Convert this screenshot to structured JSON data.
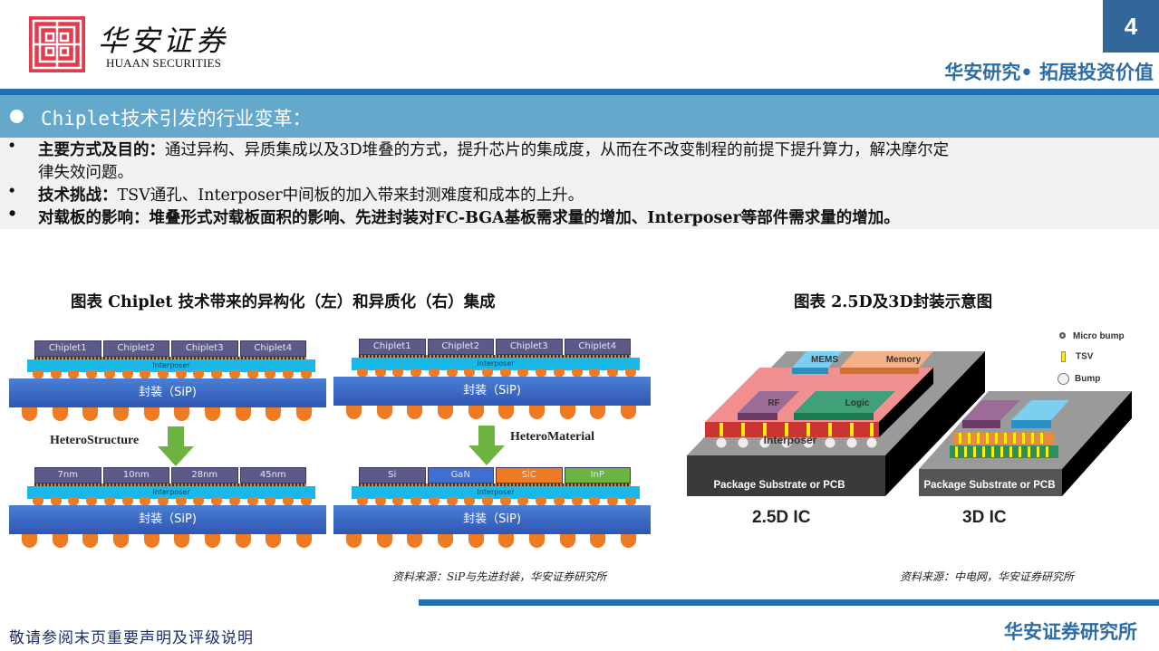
{
  "header": {
    "brand_cn": "华安证券",
    "brand_en": "HUAAN SECURITIES",
    "page_number": "4",
    "tagline": "华安研究• 拓展投资价值"
  },
  "section": {
    "title": "Chiplet技术引发的行业变革：",
    "bullets": [
      {
        "label": "主要方式及目的：",
        "text": "通过异构、异质集成以及3D堆叠的方式，提升芯片的集成度，从而在不改变制程的前提下提升算力，解决摩尔定",
        "text_cont": "律失效问题。"
      },
      {
        "label": "技术挑战：",
        "text": "TSV通孔、Interposer中间板的加入带来封测难度和成本的上升。"
      },
      {
        "label": "对载板的影响：",
        "text": "堆叠形式对载板面积的影响、先进封装对FC-BGA基板需求量的增加、Interposer等部件需求量的增加。"
      }
    ]
  },
  "figure_left": {
    "title": "图表 Chiplet 技术带来的异构化（左）和异质化（右）集成",
    "top_left_chips": [
      "Chiplet1",
      "Chiplet2",
      "Chiplet3",
      "Chiplet4"
    ],
    "top_right_chips": [
      "Chiplet1",
      "Chiplet2",
      "Chiplet3",
      "Chiplet4"
    ],
    "bottom_left_chips": [
      "7nm",
      "10nm",
      "28nm",
      "45nm"
    ],
    "bottom_right_chips": [
      "Si",
      "GaN",
      "SiC",
      "InP"
    ],
    "bottom_right_colors": [
      "#5c5a88",
      "#3f6fd0",
      "#ee7a22",
      "#6cb33f"
    ],
    "interposer_label": "Interposer",
    "package_label": "封装（SiP)",
    "arrow_left_label": "HeteroStructure",
    "arrow_right_label": "HeteroMaterial",
    "source": "资料来源：SiP与先进封装，华安证券研究所"
  },
  "figure_right": {
    "title": "图表 2.5D及3D封装示意图",
    "legend": [
      "Micro bump",
      "TSV",
      "Bump"
    ],
    "chips_2_5d": [
      "MEMS",
      "Memory",
      "RF",
      "Logic"
    ],
    "interposer_label": "Interposer",
    "substrate_label": "Package Substrate or PCB",
    "label_2_5d": "2.5D IC",
    "label_3d": "3D IC",
    "source": "资料来源：中电网，华安证券研究所"
  },
  "footer": {
    "disclaimer": "敬请参阅末页重要声明及评级说明",
    "institute": "华安证券研究所"
  },
  "colors": {
    "brand_red": "#e23b4e",
    "header_blue": "#1f6fb2",
    "title_bar": "#64a9cc",
    "accent_text": "#2e6da4",
    "page_box": "#336699"
  }
}
